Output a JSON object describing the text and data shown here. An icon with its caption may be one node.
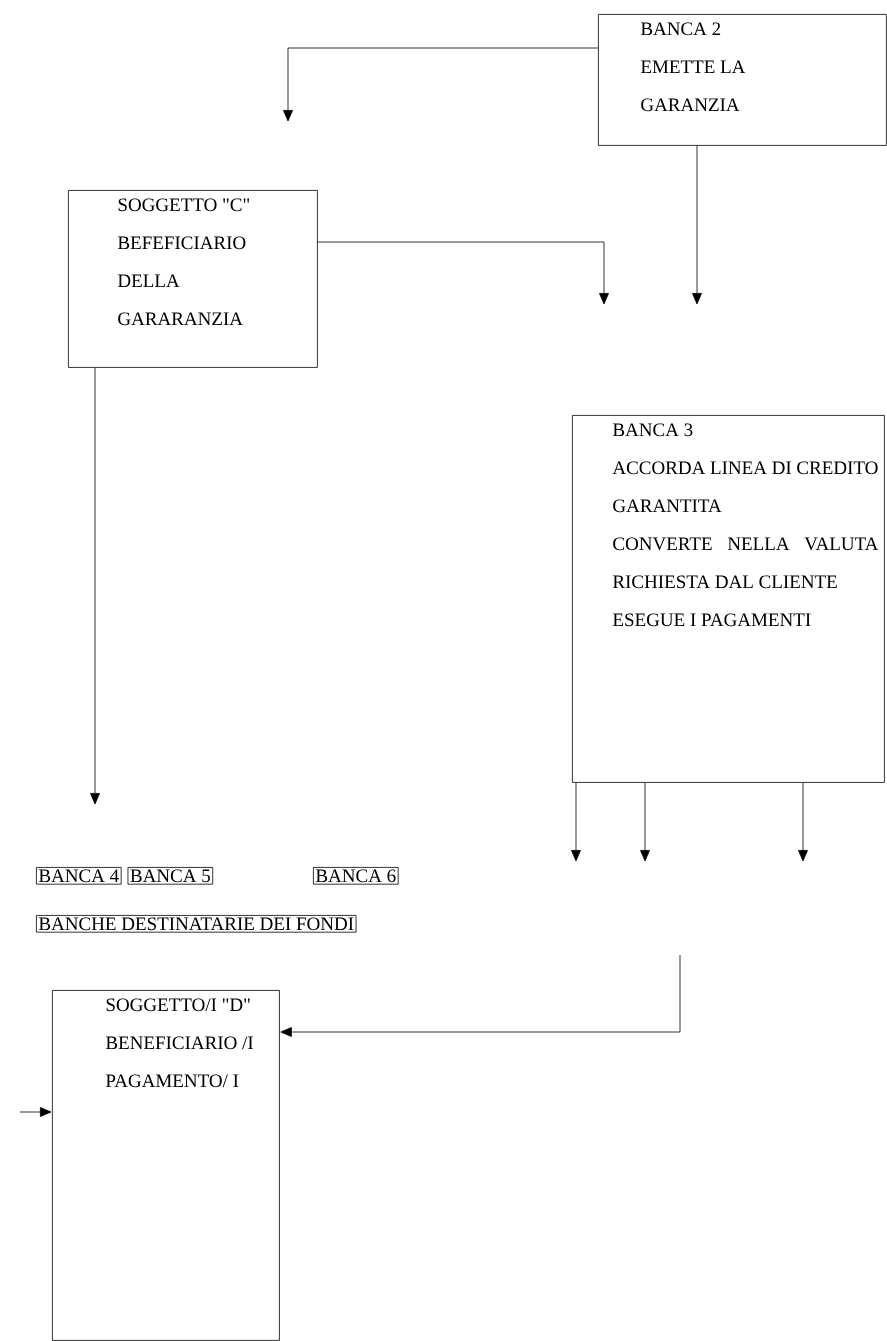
{
  "diagram": {
    "nodes": [
      {
        "text": [
          "BANCA 2",
          "EMETTE LA GARANZIA"
        ]
      },
      {
        "text": [
          "SOGGETTO \"C\"",
          "BEFEFICIARIO DELLA GARARANZIA"
        ]
      },
      {
        "text": [
          "BANCA 3",
          "ACCORDA LINEA DI CREDITO GARANTITA",
          "CONVERTE NELLA VALUTA RICHIESTA DAL CLIENTE",
          "ESEGUE I PAGAMENTI"
        ]
      },
      {
        "text": [
          "BANCA 4"
        ]
      },
      {
        "text": [
          "BANCA 5"
        ]
      },
      {
        "text": [
          "BANCA 6"
        ]
      },
      {
        "text": [
          "BANCHE DESTINATARIE DEI FONDI"
        ]
      },
      {
        "text": [
          "SOGGETTO/I \"D\" BENEFICIARIO /I PAGAMENTO/ I"
        ]
      }
    ],
    "edges": [
      {
        "from": 0,
        "to": null,
        "arrow": "to"
      },
      {
        "from": 1,
        "to": null,
        "arrow": "to"
      },
      {
        "from": 0,
        "to": null,
        "arrow": "to"
      },
      {
        "from": 1,
        "to": null,
        "arrow": "to"
      },
      {
        "from": 2,
        "to": null,
        "arrow": "to"
      },
      {
        "from": 2,
        "to": null,
        "arrow": "to"
      },
      {
        "from": 2,
        "to": null,
        "arrow": "to"
      },
      {
        "from": null,
        "to": 7,
        "arrow": "to"
      },
      {
        "from": null,
        "to": 7,
        "arrow": "to"
      }
    ]
  }
}
